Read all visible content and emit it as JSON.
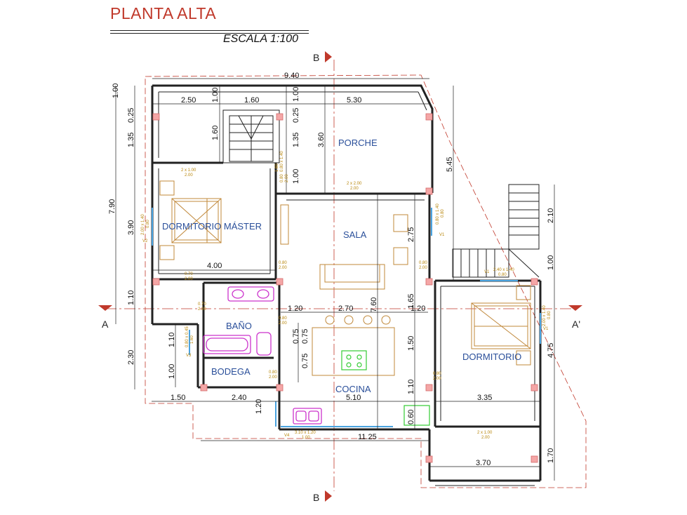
{
  "header": {
    "title": "PLANTA ALTA",
    "scale": "ESCALA 1:100"
  },
  "rooms": {
    "porche": "PORCHE",
    "master": "DORMITORIO MÁSTER",
    "sala": "SALA",
    "bano": "BAÑO",
    "bodega": "BODEGA",
    "cocina": "COCINA",
    "dormitorio": "DORMITORIO"
  },
  "sections": {
    "b_top": "B",
    "b_bottom": "B",
    "a_left": "A",
    "a_right": "A'"
  },
  "dimensions": {
    "d940": "9.40",
    "d250": "2.50",
    "d160a": "1.60",
    "d530": "5.30",
    "d100a": "1.00",
    "d025a": "0.25",
    "d135a": "1.35",
    "d390": "3.90",
    "d110a": "1.10",
    "d790": "7.90",
    "d230": "2.30",
    "d110b": "1.10",
    "d100b": "1.00",
    "d150a": "1.50",
    "d240": "2.40",
    "d120a": "1.20",
    "d100c": "1.00",
    "d160b": "1.60",
    "d100d": "1.00",
    "d025b": "0.25",
    "d135b": "1.35",
    "d100e": "1.00",
    "d360": "3.60",
    "d545": "5.45",
    "d400": "4.00",
    "d275": "2.75",
    "d120b": "1.20",
    "d270": "2.70",
    "d760": "7.60",
    "d165": "1.65",
    "d120c": "1.20",
    "d075a": "0.75",
    "d075b": "0.75",
    "d075c": "0.75",
    "d150b": "1.50",
    "d110c": "1.10",
    "d060": "0.60",
    "d510": "5.10",
    "d1125": "11.25",
    "d335": "3.35",
    "d370": "3.70",
    "d210": "2.10",
    "d100f": "1.00",
    "d475": "4.75",
    "d170": "1.70"
  },
  "labels": {
    "w_master_top": "2 x 1.00",
    "w_master_top_h": "2.00",
    "w_porche": "2 x 2.00",
    "w_porche_h": "2.00",
    "w_master_side": "2.00 x 1.40",
    "w_master_side_h": "0.80",
    "w_master_v2": "V2",
    "p_master_bath": "0.70",
    "p_master_bath_h": "2.00",
    "p_bano": "0.70",
    "p_bano_h": "2.00",
    "w_bano": "0.80 x 0.45",
    "w_bano_h": "1.60",
    "w_bano_v3": "V3",
    "p_sala": "0.80",
    "p_sala_h": "2.00",
    "p_master_door": "0.80",
    "p_master_door_h": "2.00",
    "p_bano_door": "0.80",
    "p_bano_door_h": "2.00",
    "p_bodega": "0.80",
    "p_bodega_h": "2.00",
    "w_cocina": "3.10 x 1.20",
    "w_cocina_h": "1.00",
    "w_cocina_v4": "V4",
    "w_sala_right": "0.80 x 1.40",
    "w_sala_right_h": "0.80",
    "w_sala_v1": "V1",
    "p_dorm": "0.80",
    "p_dorm_h": "2.00",
    "p_sala_right": "0.80",
    "p_sala_right_h": "2.00",
    "w_dorm_top": "2.40 x 1.40",
    "w_dorm_top_h": "0.80",
    "w_dorm_top_v1": "V1",
    "w_dorm_right": "2.00 x 1.40",
    "w_dorm_right_h": "0.80",
    "w_dorm_right_v1": "V1",
    "w_dorm_bottom": "2 x 1.00",
    "w_dorm_bottom_h": "2.00",
    "w_stair": "0.80 x 1.40",
    "w_stair_h": "1.60"
  },
  "colors": {
    "title": "#c0392b",
    "room_text": "#2a4f9a",
    "wall": "#222222",
    "furniture": "#c0883a",
    "column": "#f4a6a6",
    "section_line": "#c0392b",
    "bath_fixture": "#cc33cc",
    "kitchen_fixture": "#33cc33",
    "window": "#4aa3df"
  }
}
